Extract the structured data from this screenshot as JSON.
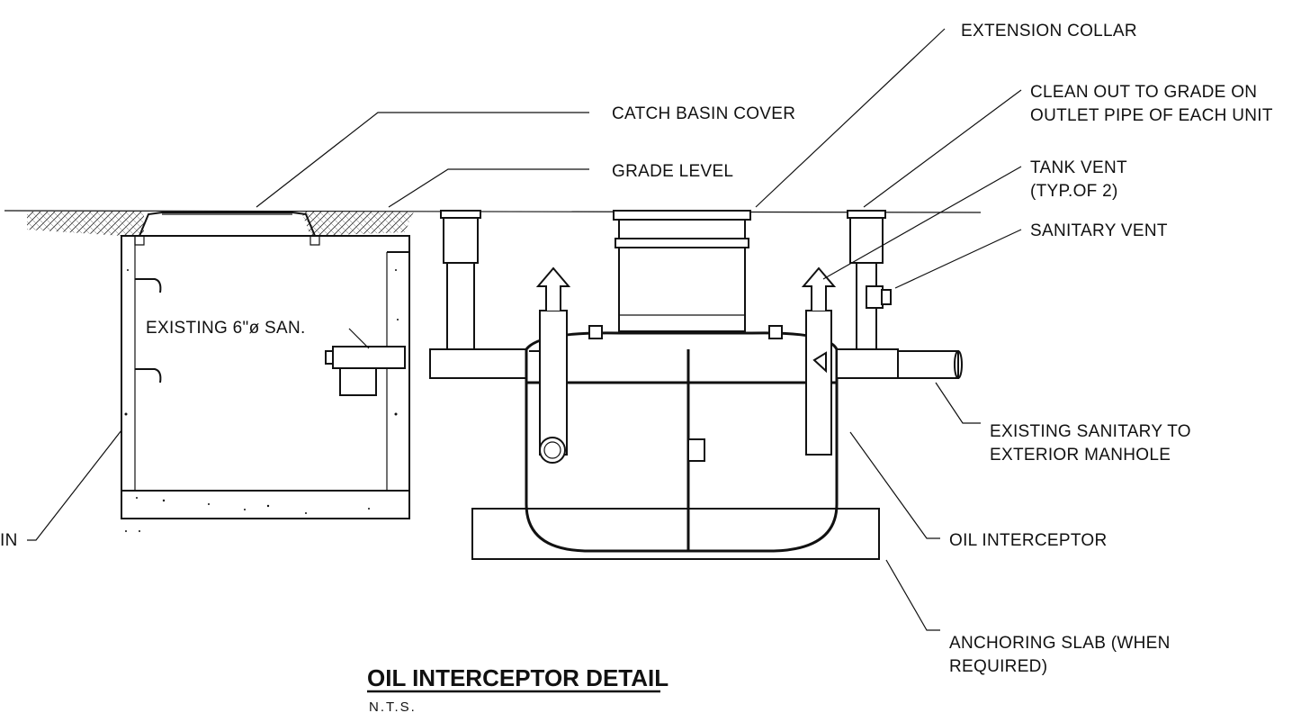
{
  "drawing": {
    "title": "OIL INTERCEPTOR DETAIL",
    "subtitle": "N.T.S.",
    "labels": {
      "extension_collar": "EXTENSION COLLAR",
      "catch_basin_cover": "CATCH BASIN COVER",
      "clean_out_line1": "CLEAN OUT TO GRADE ON",
      "clean_out_line2": "OUTLET PIPE OF EACH UNIT",
      "grade_level": "GRADE LEVEL",
      "tank_vent_line1": "TANK VENT",
      "tank_vent_line2": "(TYP.OF 2)",
      "sanitary_vent": "SANITARY VENT",
      "existing_san": "EXISTING 6\"ø SAN.",
      "existing_sanitary_line1": "EXISTING SANITARY TO",
      "existing_sanitary_line2": "EXTERIOR MANHOLE",
      "oil_interceptor": "OIL INTERCEPTOR",
      "anchoring_slab_line1": "ANCHORING SLAB (WHEN",
      "anchoring_slab_line2": "REQUIRED)",
      "catch_basin_partial": "IN"
    }
  }
}
